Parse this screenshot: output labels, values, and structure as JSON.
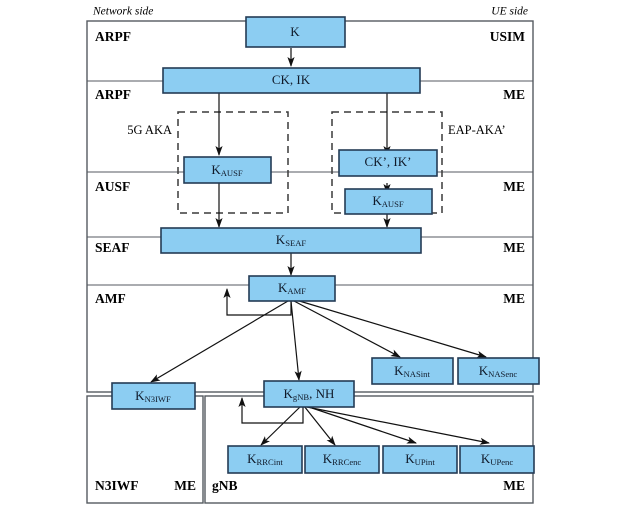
{
  "diagram": {
    "title_left": "Network side",
    "title_right": "UE side",
    "protocol_labels": {
      "left": "5G AKA",
      "right": "EAP-AKA’"
    },
    "tiers": [
      {
        "left": "ARPF",
        "right": "USIM"
      },
      {
        "left": "ARPF",
        "right": "ME"
      },
      {
        "left": "AUSF",
        "right": "ME"
      },
      {
        "left": "SEAF",
        "right": "ME"
      },
      {
        "left": "AMF",
        "right": "ME"
      }
    ],
    "bottom_tiers": [
      {
        "left": "N3IWF",
        "right": "ME"
      },
      {
        "left": "gNB",
        "right": "ME"
      }
    ],
    "boxes": [
      {
        "id": "k",
        "base": "K",
        "sub": ""
      },
      {
        "id": "ckik",
        "base": "CK, IK",
        "sub": ""
      },
      {
        "id": "kausf_l",
        "base": "K",
        "sub": "AUSF"
      },
      {
        "id": "ckik_p",
        "base": "CK’, IK’",
        "sub": ""
      },
      {
        "id": "kausf_r",
        "base": "K",
        "sub": "AUSF"
      },
      {
        "id": "kseaf",
        "base": "K",
        "sub": "SEAF"
      },
      {
        "id": "kamf",
        "base": "K",
        "sub": "AMF"
      },
      {
        "id": "knasint",
        "base": "K",
        "sub": "NASint"
      },
      {
        "id": "knasenc",
        "base": "K",
        "sub": "NASenc"
      },
      {
        "id": "kn3iwf",
        "base": "K",
        "sub": "N3IWF"
      },
      {
        "id": "kgnb",
        "base": "K",
        "sub": "gNB",
        "suffix": ", NH"
      },
      {
        "id": "krrcint",
        "base": "K",
        "sub": "RRCint"
      },
      {
        "id": "krrcenc",
        "base": "K",
        "sub": "RRCenc"
      },
      {
        "id": "kupint",
        "base": "K",
        "sub": "UPint"
      },
      {
        "id": "kupenc",
        "base": "K",
        "sub": "UPenc"
      }
    ],
    "colors": {
      "box_fill": "#8ccdf2",
      "box_border": "#243b55",
      "frame": "#555a60",
      "arrow": "#111111",
      "dashed": "#3a3a3a"
    }
  }
}
